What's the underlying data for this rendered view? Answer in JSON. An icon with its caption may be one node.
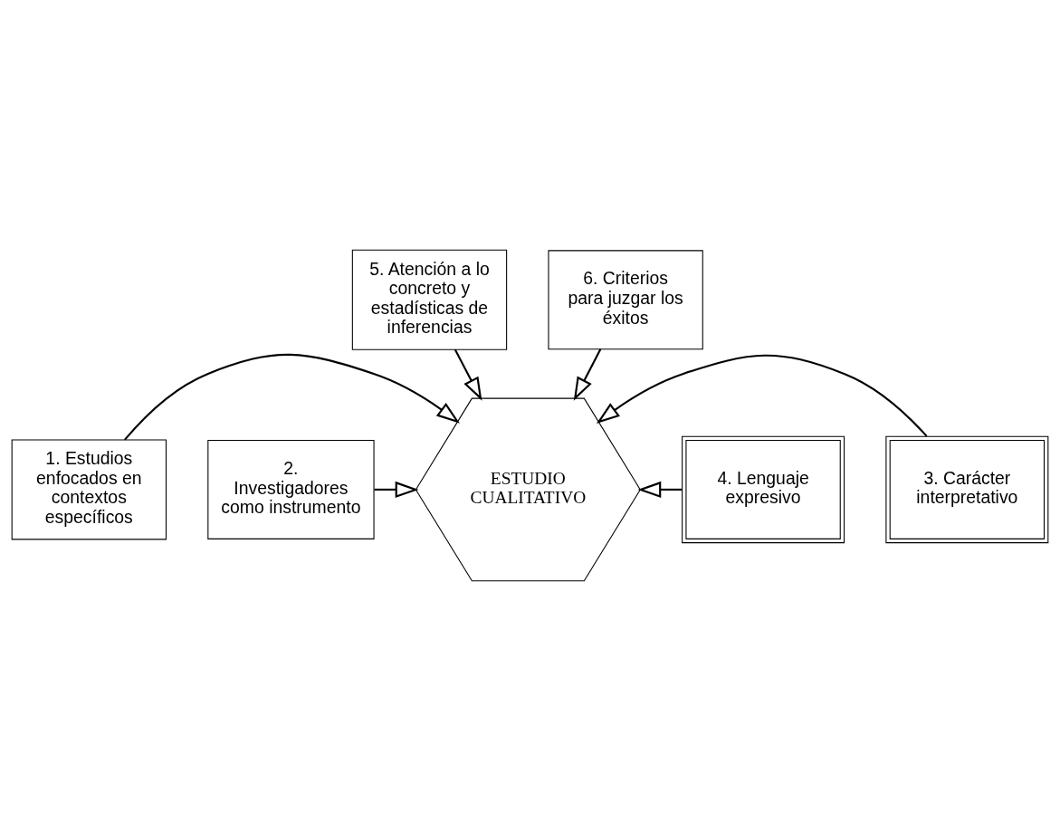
{
  "diagram": {
    "nodes": [
      {
        "text": [
          "5. Atención a lo concreto y estadísticas de inferencias"
        ]
      },
      {
        "text": [
          "1. Estudios enfocados en contextos específicos"
        ]
      },
      {
        "text": [
          "3. Carácter interpretativo"
        ]
      },
      {
        "text": [
          "ESTUDIO CUALITATIVO"
        ]
      },
      {
        "text": [
          "2. Investigadores como instrumento"
        ]
      },
      {
        "text": [
          "4. Lenguaje expresivo"
        ]
      },
      {
        "text": [
          "6. Criterios para juzgar los éxitos"
        ]
      }
    ],
    "edges": [
      {
        "from": 0,
        "to": 3,
        "arrow": "to"
      },
      {
        "from": 1,
        "to": 3,
        "arrow": "to"
      },
      {
        "from": 2,
        "to": 3,
        "arrow": "to"
      },
      {
        "from": 4,
        "to": 3,
        "arrow": "to"
      },
      {
        "from": 5,
        "to": 3,
        "arrow": "to"
      },
      {
        "from": 6,
        "to": 3,
        "arrow": "to"
      }
    ]
  }
}
